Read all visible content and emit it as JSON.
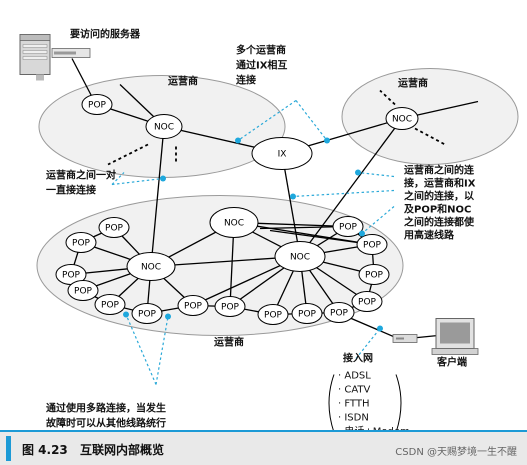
{
  "labels": {
    "server": "要访问的服务器",
    "carrier_top_left": "运营商",
    "carrier_top_right": "运营商",
    "carrier_bottom": "运营商",
    "ix_note": [
      "多个运营商",
      "通过IX相互",
      "连接"
    ],
    "direct_note": [
      "运营商之间一对",
      "一直接连接"
    ],
    "highspeed_note": [
      "运营商之间的连",
      "接，运营商和IX",
      "之间的连接，以",
      "及POP和NOC",
      "之间的连接都使",
      "用高速线路"
    ],
    "redundancy_note": [
      "通过使用多路连接，当发生",
      "故障时可以从其他线路统行"
    ],
    "client": "客户端",
    "access_title": "接入网",
    "access_items": [
      "· ADSL",
      "· CATV",
      "· FTTH",
      "· ISDN",
      "· 电话+Modem"
    ]
  },
  "nodes": {
    "pop": "POP",
    "noc": "NOC",
    "ix": "IX"
  },
  "caption": {
    "number": "图 4.23",
    "title": "互联网内部概览"
  },
  "watermark": "CSDN @天赐梦境一生不醒"
}
